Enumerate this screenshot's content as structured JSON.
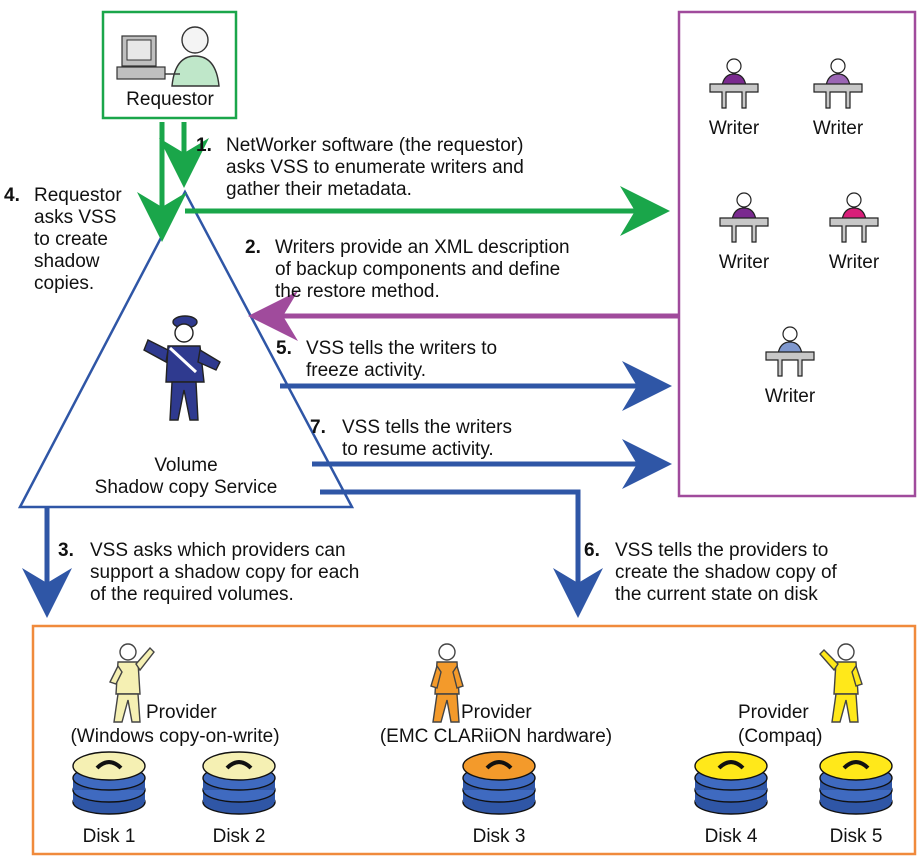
{
  "requestor": {
    "label": "Requestor"
  },
  "writers": [
    {
      "label": "Writer"
    },
    {
      "label": "Writer"
    },
    {
      "label": "Writer"
    },
    {
      "label": "Writer"
    },
    {
      "label": "Writer"
    }
  ],
  "vss": {
    "label": "Volume\nShadow copy Service"
  },
  "steps": [
    {
      "num": "1.",
      "text": "NetWorker software (the requestor)\nasks VSS to enumerate writers and\ngather their metadata."
    },
    {
      "num": "2.",
      "text": "Writers provide an XML description\nof backup components and define\nthe restore method."
    },
    {
      "num": "3.",
      "text": "VSS asks which providers can\nsupport a shadow copy for each\nof the required volumes."
    },
    {
      "num": "4.",
      "text": "Requestor\nasks VSS\nto create\nshadow\ncopies."
    },
    {
      "num": "5.",
      "text": "VSS tells the writers to\nfreeze activity."
    },
    {
      "num": "6.",
      "text": "VSS tells the providers to\ncreate the shadow copy of\nthe current state on disk"
    },
    {
      "num": "7.",
      "text": "VSS tells the writers\nto resume activity."
    }
  ],
  "providers": [
    {
      "label": "Provider",
      "sub": "(Windows copy-on-write)"
    },
    {
      "label": "Provider",
      "sub": "(EMC CLARiiON hardware)"
    },
    {
      "label": "Provider",
      "sub": "(Compaq)"
    }
  ],
  "disks": [
    {
      "label": "Disk 1"
    },
    {
      "label": "Disk 2"
    },
    {
      "label": "Disk 3"
    },
    {
      "label": "Disk 4"
    },
    {
      "label": "Disk 5"
    }
  ],
  "colors": {
    "requestor_box": "#1aa64a",
    "writers_box": "#a04b9c",
    "providers_box": "#f08a3c",
    "green_arrow": "#1aa64a",
    "purple_arrow": "#a04b9c",
    "blue_arrow": "#2f56a6",
    "triangle": "#2f56a6",
    "disk_pale": "#f5f0b3",
    "disk_orange": "#f39a2b",
    "disk_yellow": "#ffe81a",
    "disk_stack": "#2f56a6"
  },
  "icons": [
    "computer-user-icon",
    "writer-desk-icon",
    "traffic-officer-icon",
    "provider-figure-icon",
    "disk-stack-icon"
  ]
}
